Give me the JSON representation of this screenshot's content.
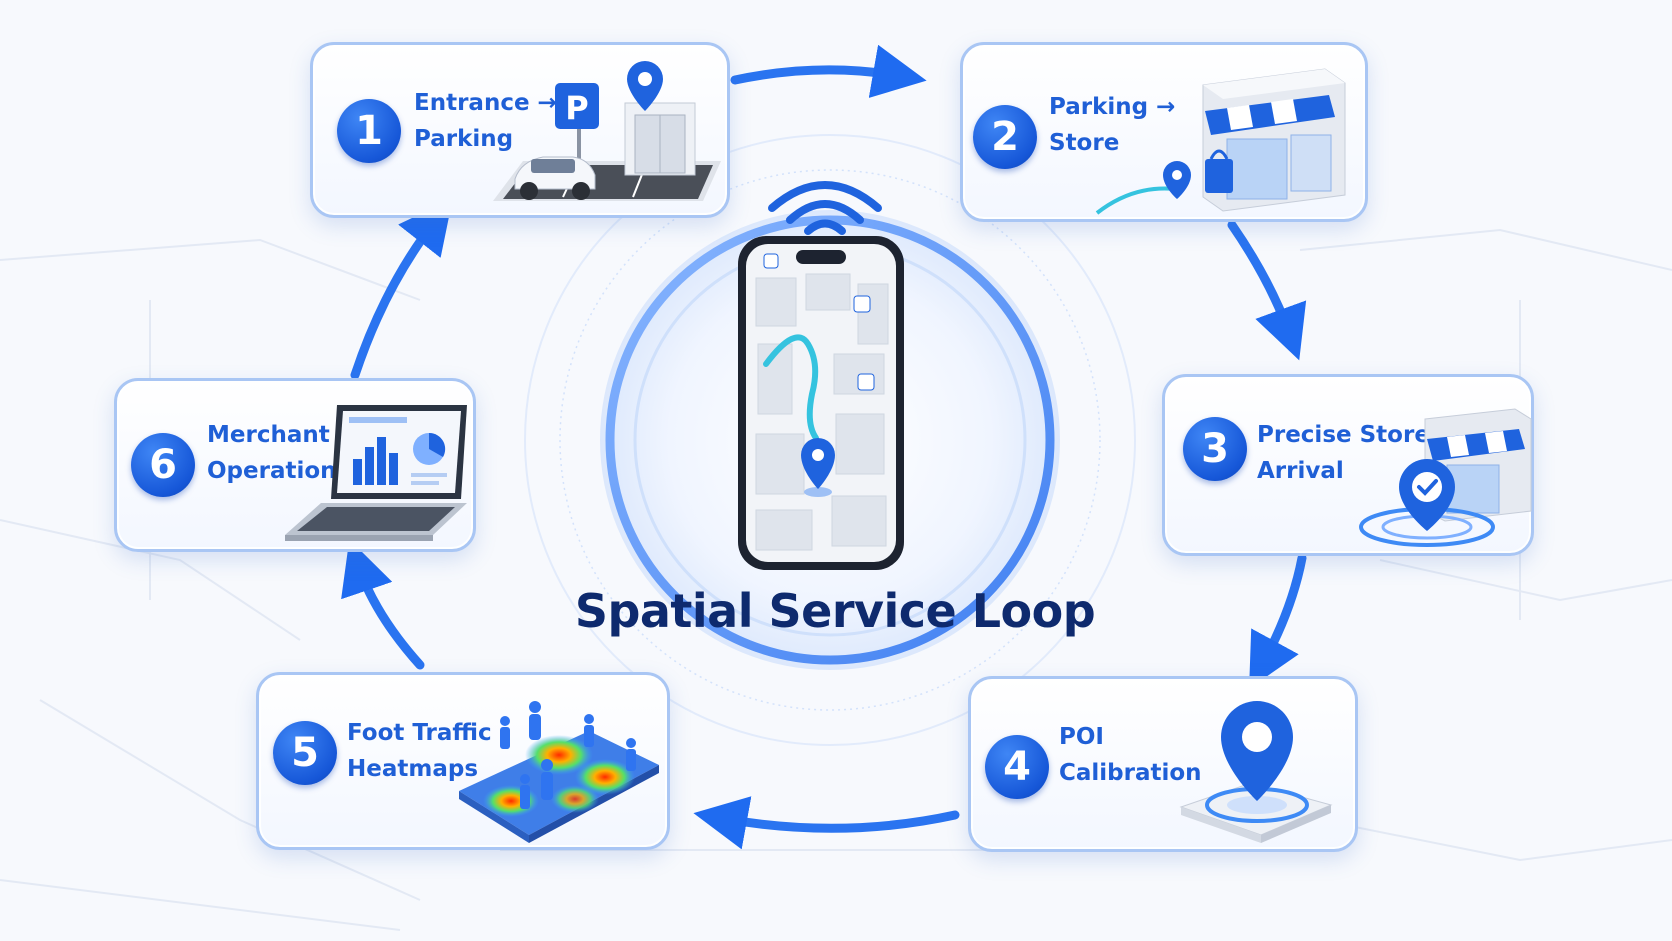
{
  "title": "Spatial Service Loop",
  "colors": {
    "accent": "#1657d8",
    "label": "#1f5fd6",
    "title": "#0e2a6e",
    "card_border": "#a9c6f4"
  },
  "steps": [
    {
      "number": "1",
      "line1": "Entrance →",
      "line2": "Parking",
      "icon": "parking-car-icon"
    },
    {
      "number": "2",
      "line1": "Parking →",
      "line2": "Store",
      "icon": "storefront-icon"
    },
    {
      "number": "3",
      "line1": "Precise Store",
      "line2": "Arrival",
      "icon": "store-checkin-icon"
    },
    {
      "number": "4",
      "line1": "POI",
      "line2": "Calibration",
      "icon": "location-pin-icon"
    },
    {
      "number": "5",
      "line1": "Foot Traffic",
      "line2": "Heatmaps",
      "icon": "heatmap-icon"
    },
    {
      "number": "6",
      "line1": "Merchant",
      "line2": "Operations",
      "icon": "laptop-dashboard-icon"
    }
  ],
  "center": {
    "device": "smartphone-map-icon",
    "signal": "wifi-signal-icon"
  },
  "parking_sign": "P"
}
